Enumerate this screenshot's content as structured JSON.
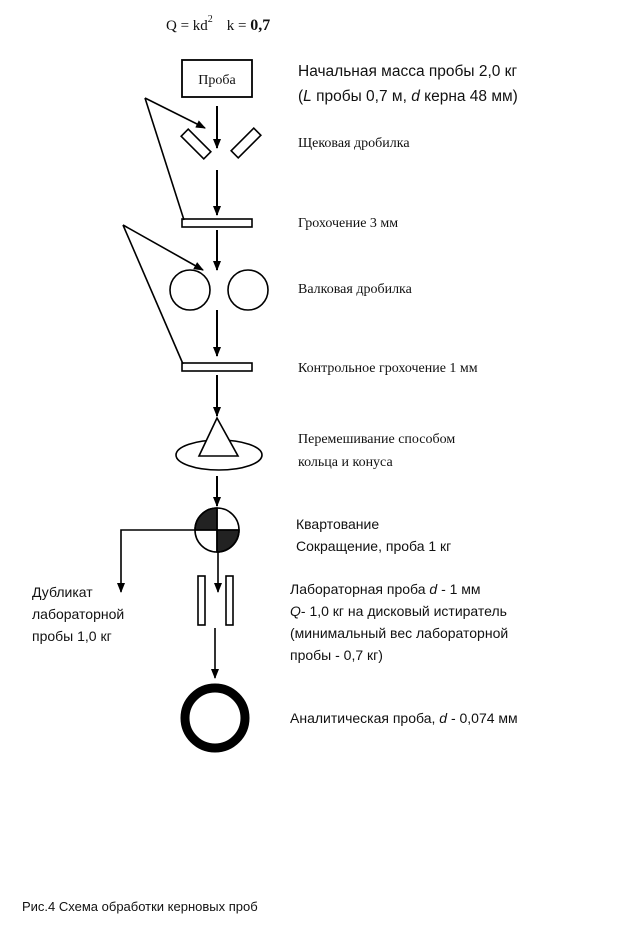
{
  "formula": {
    "main": "Q = kd",
    "exponent": "2",
    "k_label": "k = ",
    "k_value": "0,7"
  },
  "box_label": "Проба",
  "steps": {
    "initial_mass": "Начальная масса пробы 2,0  кг",
    "initial_params_prefix": "(",
    "initial_L": "L",
    "initial_params_mid": " пробы 0,7 м, ",
    "initial_d": "d",
    "initial_params_end": " керна 48 мм)",
    "jaw_crusher": "Щековая дробилка",
    "screening": "Грохочение 3 мм",
    "roll_crusher": "Валковая дробилка",
    "control_screening": "Контрольное грохочение 1 мм",
    "mixing_line1": "Перемешивание способом",
    "mixing_line2": "кольца и конуса",
    "quartering": "Квартование",
    "reduction": "Сокращение, проба 1 кг",
    "lab_line1_a": "Лабораторная проба ",
    "lab_line1_d": "d",
    "lab_line1_b": " - 1 мм",
    "lab_line2_q": "Q",
    "lab_line2_b": "- 1,0  кг на дисковый истиратель",
    "lab_line3": "(минимальный вес лабораторной",
    "lab_line4": "пробы - 0,7 кг)",
    "analytical_a": "Аналитическая проба, ",
    "analytical_d": "d",
    "analytical_b": " - 0,074 мм"
  },
  "duplicate": {
    "line1": "Дубликат",
    "line2": "лабораторной",
    "line3": "пробы 1,0  кг"
  },
  "caption": "Рис.4 Схема обработки керновых проб"
}
